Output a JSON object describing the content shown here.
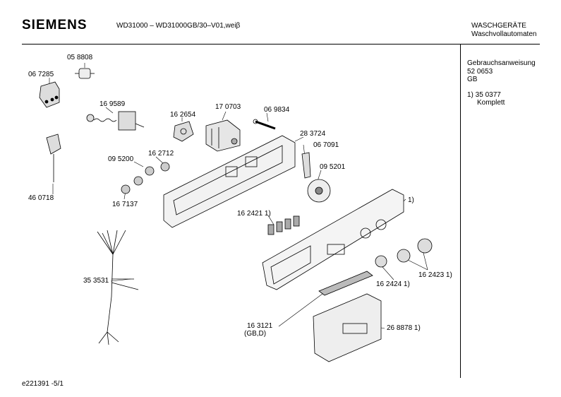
{
  "header": {
    "brand": "SIEMENS",
    "model": "WD31000 – WD31000GB/30–V01,weiβ",
    "category_line1": "WASCHGERÄTE",
    "category_line2": "Waschvollautomaten"
  },
  "sidebar": {
    "doc_title": "Gebrauchsanweisung",
    "doc_number": "52 0653",
    "doc_lang": "GB",
    "note_number": "1)  35 0377",
    "note_text": "Komplett"
  },
  "parts": [
    {
      "id": "p1",
      "text": "05 8808"
    },
    {
      "id": "p2",
      "text": "06 7285"
    },
    {
      "id": "p3",
      "text": "16 9589"
    },
    {
      "id": "p4",
      "text": "16 2654"
    },
    {
      "id": "p5",
      "text": "17 0703"
    },
    {
      "id": "p6",
      "text": "06 9834"
    },
    {
      "id": "p7",
      "text": "28 3724"
    },
    {
      "id": "p8",
      "text": "06 7091"
    },
    {
      "id": "p9",
      "text": "09 5201"
    },
    {
      "id": "p10",
      "text": "09 5200"
    },
    {
      "id": "p11",
      "text": "16 2712"
    },
    {
      "id": "p12",
      "text": "46 0718"
    },
    {
      "id": "p13",
      "text": "16 7137"
    },
    {
      "id": "p14",
      "text": "1)"
    },
    {
      "id": "p15",
      "text": "16 2421 1)"
    },
    {
      "id": "p16",
      "text": "35 3531"
    },
    {
      "id": "p17",
      "text": "16 2423 1)"
    },
    {
      "id": "p18",
      "text": "16 2424 1)"
    },
    {
      "id": "p19",
      "text": "16 3121"
    },
    {
      "id": "p20",
      "text": "(GB,D)"
    },
    {
      "id": "p21",
      "text": "26 8878 1)"
    }
  ],
  "footer": {
    "code": "e221391   -5/1"
  }
}
